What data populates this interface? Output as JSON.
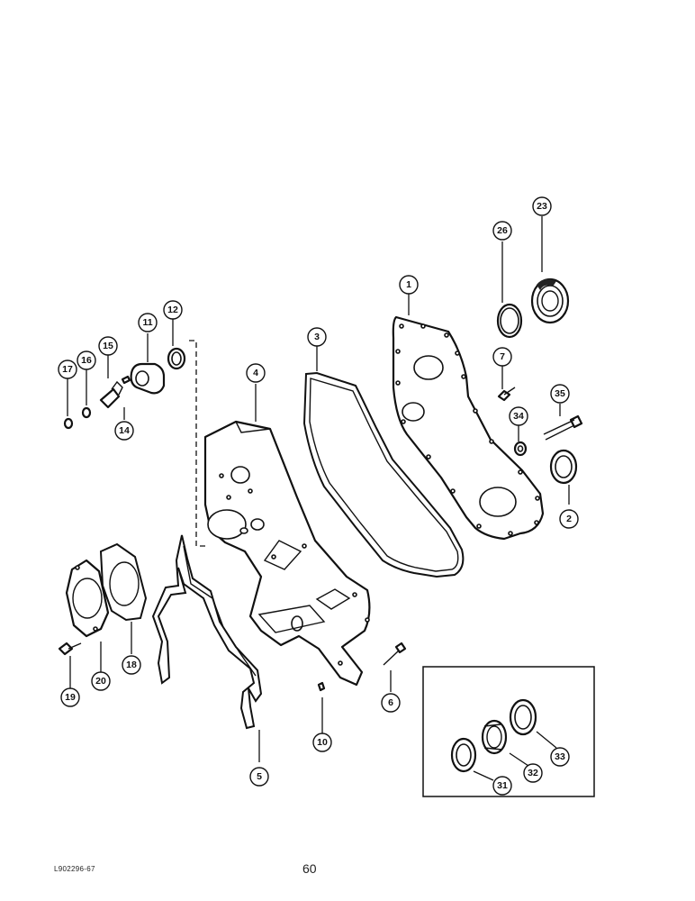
{
  "diagram": {
    "reference_code": "L902296-67",
    "page_number": "60",
    "callouts": [
      "1",
      "2",
      "3",
      "4",
      "5",
      "6",
      "7",
      "10",
      "11",
      "12",
      "14",
      "15",
      "16",
      "17",
      "18",
      "19",
      "20",
      "23",
      "26",
      "31",
      "32",
      "33",
      "34",
      "35"
    ]
  }
}
